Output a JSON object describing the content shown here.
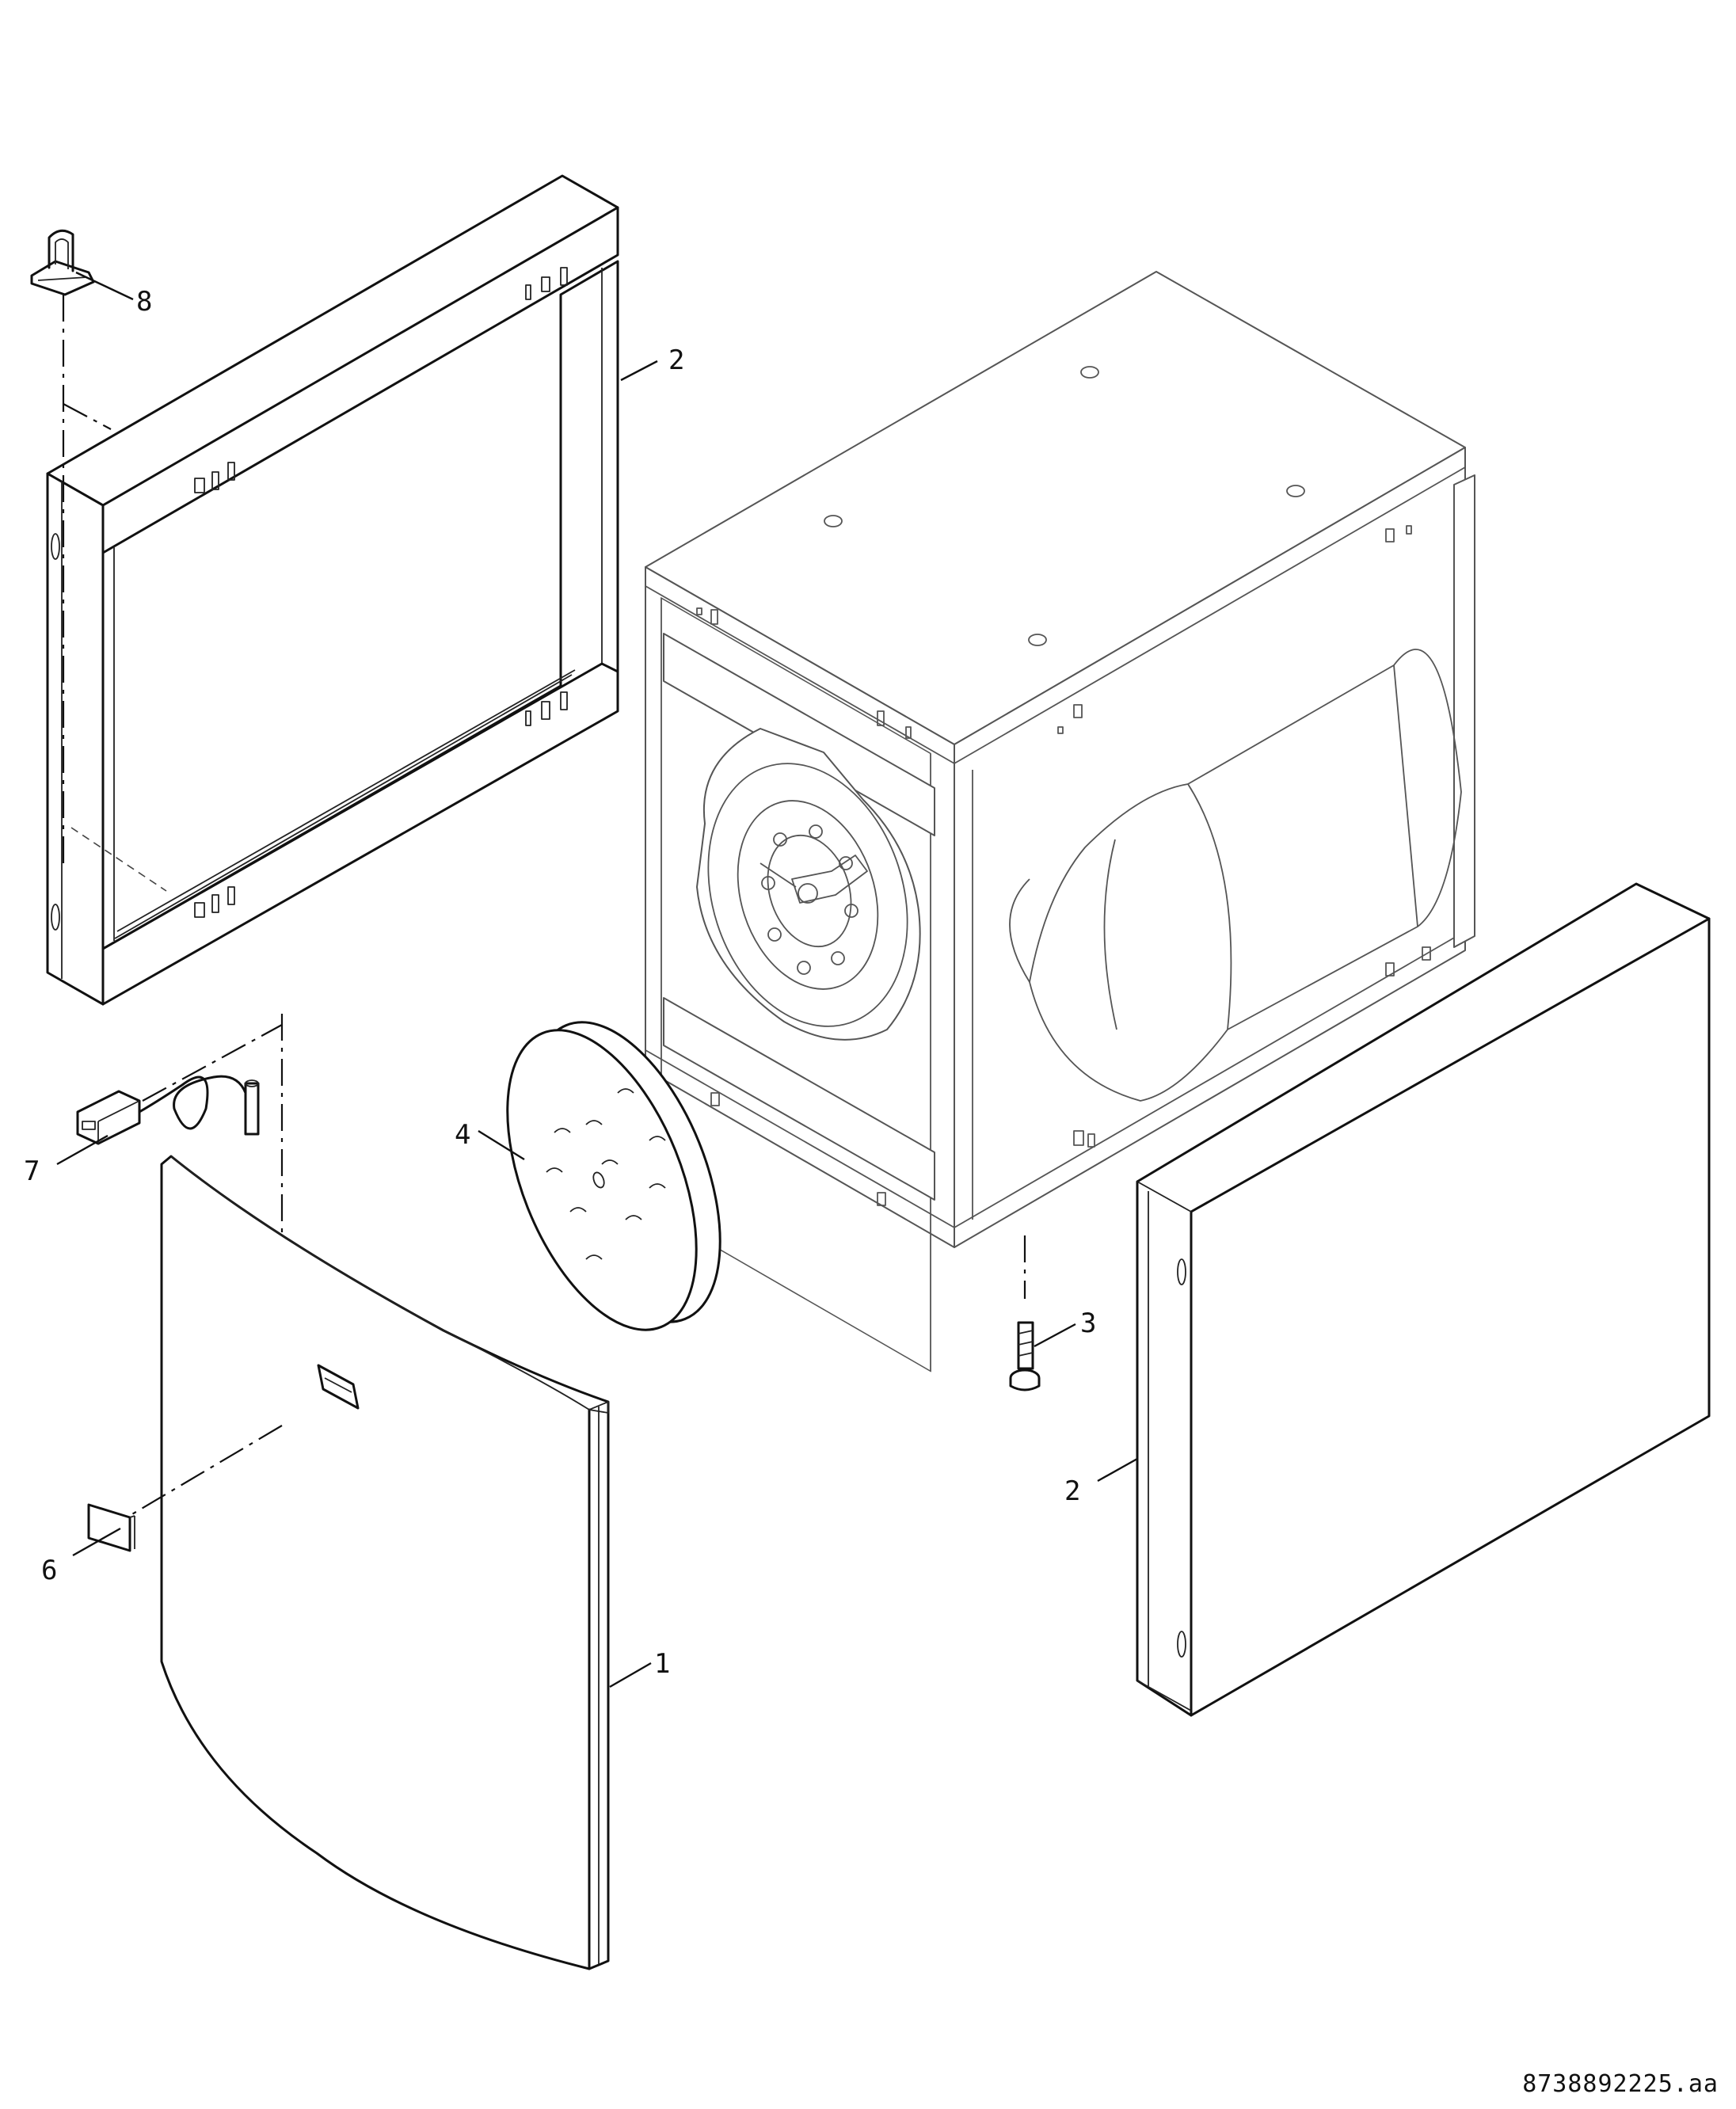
{
  "callouts": {
    "c1": "1",
    "c2a": "2",
    "c2b": "2",
    "c3": "3",
    "c4": "4",
    "c6": "6",
    "c7": "7",
    "c8": "8"
  },
  "document_number": "8738892225.aa"
}
